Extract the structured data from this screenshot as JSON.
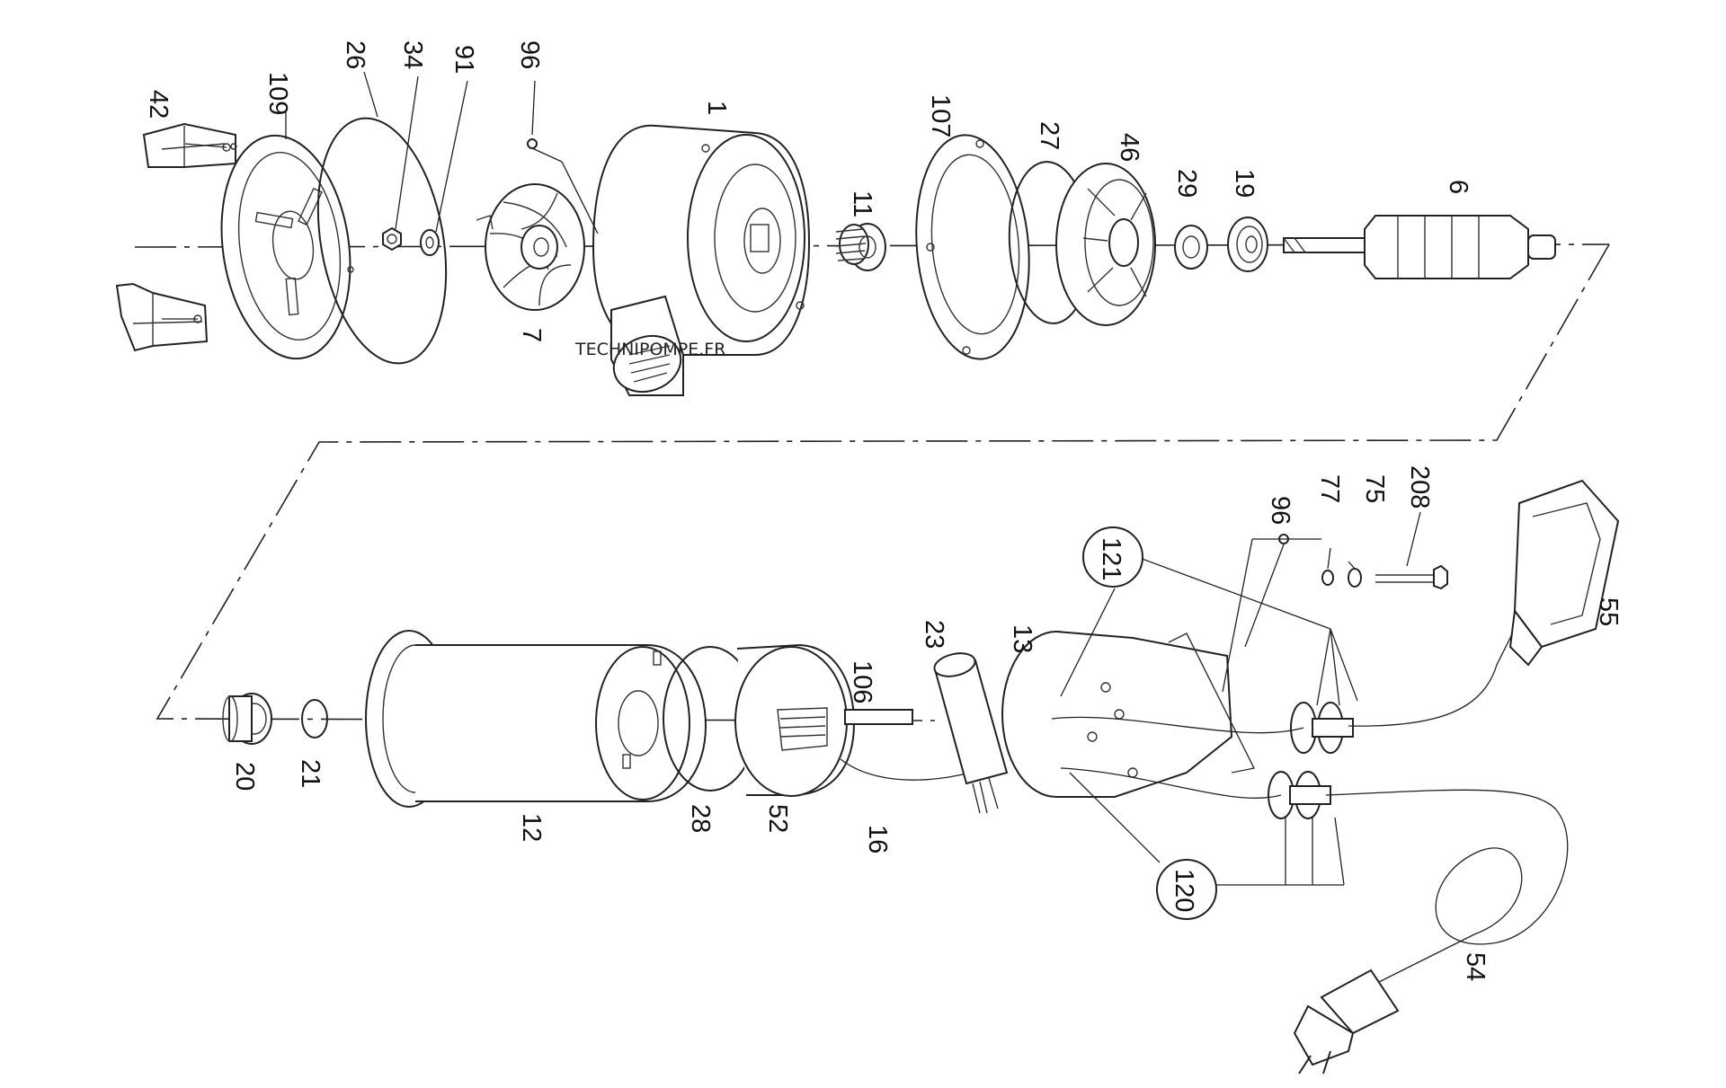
{
  "watermark": "TECHNIPOMPE.FR",
  "part_labels": {
    "p42": "42",
    "p109": "109",
    "p26": "26",
    "p34": "34",
    "p91": "91",
    "p96a": "96",
    "p1": "1",
    "p7": "7",
    "p107": "107",
    "p27": "27",
    "p46": "46",
    "p11": "11",
    "p29": "29",
    "p19": "19",
    "p6": "6",
    "p121": "121",
    "p96b": "96",
    "p77": "77",
    "p75": "75",
    "p208": "208",
    "p55": "55",
    "p23": "23",
    "p13": "13",
    "p106": "106",
    "p20": "20",
    "p21": "21",
    "p12": "12",
    "p28": "28",
    "p52": "52",
    "p16": "16",
    "p120": "120",
    "p54": "54"
  }
}
